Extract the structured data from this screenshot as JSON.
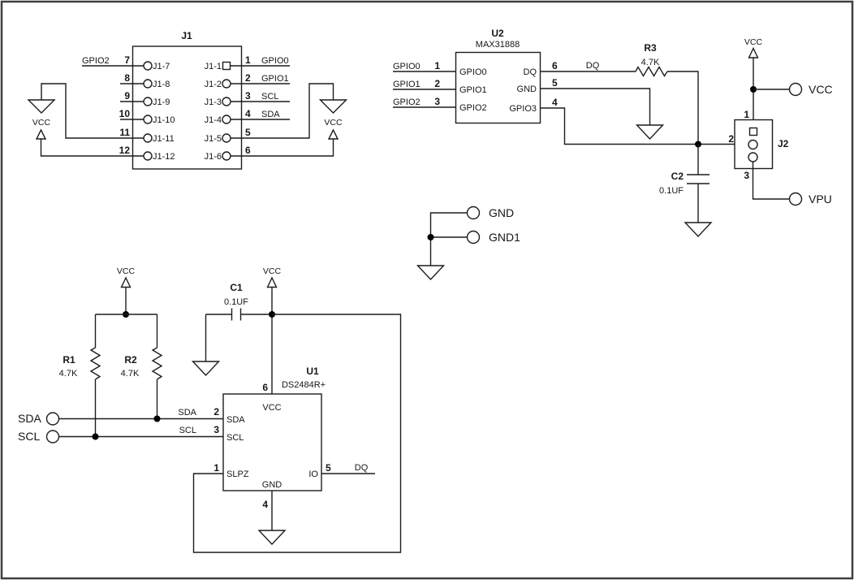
{
  "labels": {
    "vcc": "VCC",
    "dq": "DQ"
  },
  "terminals": {
    "vcc": "VCC",
    "vpu": "VPU",
    "gnd": "GND",
    "gnd1": "GND1",
    "sda": "SDA",
    "scl": "SCL"
  },
  "j1": {
    "ref": "J1",
    "left_pins": [
      {
        "num": "7",
        "pad": "J1-7",
        "net": "GPIO2"
      },
      {
        "num": "8",
        "pad": "J1-8"
      },
      {
        "num": "9",
        "pad": "J1-9"
      },
      {
        "num": "10",
        "pad": "J1-10"
      },
      {
        "num": "11",
        "pad": "J1-11"
      },
      {
        "num": "12",
        "pad": "J1-12"
      }
    ],
    "right_pins": [
      {
        "num": "1",
        "pad": "J1-1",
        "net": "GPIO0"
      },
      {
        "num": "2",
        "pad": "J1-2",
        "net": "GPIO1"
      },
      {
        "num": "3",
        "pad": "J1-3",
        "net": "SCL"
      },
      {
        "num": "4",
        "pad": "J1-4",
        "net": "SDA"
      },
      {
        "num": "5",
        "pad": "J1-5"
      },
      {
        "num": "6",
        "pad": "J1-6"
      }
    ]
  },
  "u2": {
    "ref": "U2",
    "part": "MAX31888",
    "left_pins": [
      {
        "num": "1",
        "name": "GPIO0",
        "net": "GPIO0"
      },
      {
        "num": "2",
        "name": "GPIO1",
        "net": "GPIO1"
      },
      {
        "num": "3",
        "name": "GPIO2",
        "net": "GPIO2"
      }
    ],
    "right_pins": [
      {
        "num": "6",
        "name": "DQ",
        "net": "DQ"
      },
      {
        "num": "5",
        "name": "GND"
      },
      {
        "num": "4",
        "name": "GPIO3"
      }
    ]
  },
  "u1": {
    "ref": "U1",
    "part": "DS2484R+",
    "pins": {
      "vcc": {
        "num": "6",
        "name": "VCC"
      },
      "sda": {
        "num": "2",
        "name": "SDA",
        "net": "SDA"
      },
      "scl": {
        "num": "3",
        "name": "SCL",
        "net": "SCL"
      },
      "slpz": {
        "num": "1",
        "name": "SLPZ"
      },
      "io": {
        "num": "5",
        "name": "IO",
        "net": "DQ"
      },
      "gnd": {
        "num": "4",
        "name": "GND"
      }
    }
  },
  "r1": {
    "ref": "R1",
    "value": "4.7K"
  },
  "r2": {
    "ref": "R2",
    "value": "4.7K"
  },
  "r3": {
    "ref": "R3",
    "value": "4.7K"
  },
  "c1": {
    "ref": "C1",
    "value": "0.1UF"
  },
  "c2": {
    "ref": "C2",
    "value": "0.1UF"
  },
  "j2": {
    "ref": "J2",
    "pin1": "1",
    "pin2": "2",
    "pin3": "3"
  }
}
